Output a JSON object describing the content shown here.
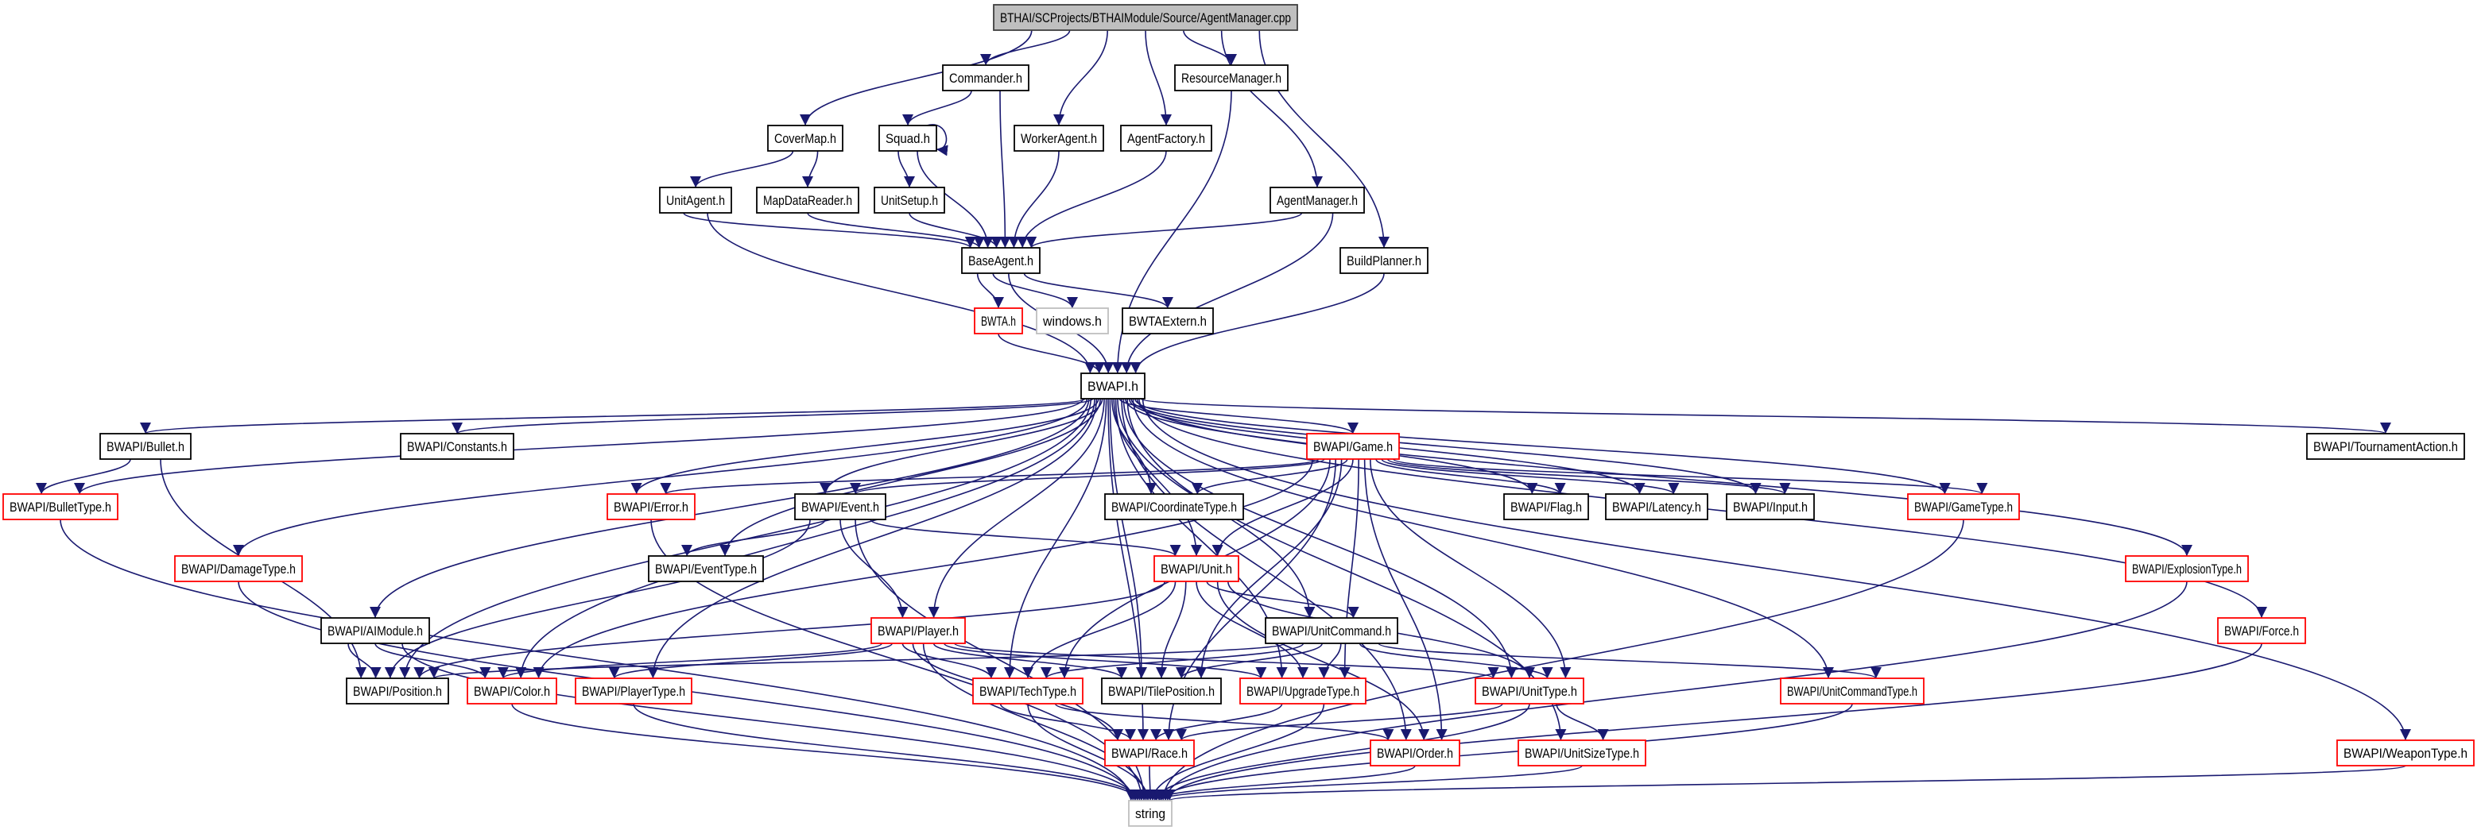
{
  "colors": {
    "edge": "#191970",
    "root_fill": "#bfbfbf",
    "root_border": "#404040",
    "normal_border": "#000000",
    "truncated_border": "#ff0000",
    "external_border": "#bfbfbf"
  },
  "nodes": [
    {
      "id": "root",
      "label": "BTHAI/SCProjects/BTHAIModule/Source/AgentManager.cpp",
      "kind": "root"
    },
    {
      "id": "commander",
      "label": "Commander.h",
      "kind": "normal"
    },
    {
      "id": "resourcemanager",
      "label": "ResourceManager.h",
      "kind": "normal"
    },
    {
      "id": "covermap",
      "label": "CoverMap.h",
      "kind": "normal"
    },
    {
      "id": "squad",
      "label": "Squad.h",
      "kind": "normal"
    },
    {
      "id": "workeragent",
      "label": "WorkerAgent.h",
      "kind": "normal"
    },
    {
      "id": "agentfactory",
      "label": "AgentFactory.h",
      "kind": "normal"
    },
    {
      "id": "unitagent",
      "label": "UnitAgent.h",
      "kind": "normal"
    },
    {
      "id": "mapdatareader",
      "label": "MapDataReader.h",
      "kind": "normal"
    },
    {
      "id": "unitsetup",
      "label": "UnitSetup.h",
      "kind": "normal"
    },
    {
      "id": "agentmanager_h",
      "label": "AgentManager.h",
      "kind": "normal"
    },
    {
      "id": "baseagent",
      "label": "BaseAgent.h",
      "kind": "normal"
    },
    {
      "id": "buildplanner",
      "label": "BuildPlanner.h",
      "kind": "normal"
    },
    {
      "id": "bwta",
      "label": "BWTA.h",
      "kind": "truncated"
    },
    {
      "id": "windows",
      "label": "windows.h",
      "kind": "external"
    },
    {
      "id": "bwtaextern",
      "label": "BWTAExtern.h",
      "kind": "normal"
    },
    {
      "id": "bwapi",
      "label": "BWAPI.h",
      "kind": "normal"
    },
    {
      "id": "bullet",
      "label": "BWAPI/Bullet.h",
      "kind": "normal"
    },
    {
      "id": "constants",
      "label": "BWAPI/Constants.h",
      "kind": "normal"
    },
    {
      "id": "game",
      "label": "BWAPI/Game.h",
      "kind": "truncated"
    },
    {
      "id": "tournamentaction",
      "label": "BWAPI/TournamentAction.h",
      "kind": "normal"
    },
    {
      "id": "bullettype",
      "label": "BWAPI/BulletType.h",
      "kind": "truncated"
    },
    {
      "id": "error",
      "label": "BWAPI/Error.h",
      "kind": "truncated"
    },
    {
      "id": "event",
      "label": "BWAPI/Event.h",
      "kind": "normal"
    },
    {
      "id": "coordinatetype",
      "label": "BWAPI/CoordinateType.h",
      "kind": "normal"
    },
    {
      "id": "flag",
      "label": "BWAPI/Flag.h",
      "kind": "normal"
    },
    {
      "id": "latency",
      "label": "BWAPI/Latency.h",
      "kind": "normal"
    },
    {
      "id": "input",
      "label": "BWAPI/Input.h",
      "kind": "normal"
    },
    {
      "id": "gametype",
      "label": "BWAPI/GameType.h",
      "kind": "truncated"
    },
    {
      "id": "damagetype",
      "label": "BWAPI/DamageType.h",
      "kind": "truncated"
    },
    {
      "id": "eventtype",
      "label": "BWAPI/EventType.h",
      "kind": "normal"
    },
    {
      "id": "unit",
      "label": "BWAPI/Unit.h",
      "kind": "truncated"
    },
    {
      "id": "explosiontype",
      "label": "BWAPI/ExplosionType.h",
      "kind": "truncated"
    },
    {
      "id": "aimodule",
      "label": "BWAPI/AIModule.h",
      "kind": "normal"
    },
    {
      "id": "player",
      "label": "BWAPI/Player.h",
      "kind": "truncated"
    },
    {
      "id": "unitcommand",
      "label": "BWAPI/UnitCommand.h",
      "kind": "normal"
    },
    {
      "id": "force",
      "label": "BWAPI/Force.h",
      "kind": "truncated"
    },
    {
      "id": "position",
      "label": "BWAPI/Position.h",
      "kind": "normal"
    },
    {
      "id": "color",
      "label": "BWAPI/Color.h",
      "kind": "truncated"
    },
    {
      "id": "playertype",
      "label": "BWAPI/PlayerType.h",
      "kind": "truncated"
    },
    {
      "id": "techtype",
      "label": "BWAPI/TechType.h",
      "kind": "truncated"
    },
    {
      "id": "tileposition",
      "label": "BWAPI/TilePosition.h",
      "kind": "normal"
    },
    {
      "id": "upgradetype",
      "label": "BWAPI/UpgradeType.h",
      "kind": "truncated"
    },
    {
      "id": "unittype",
      "label": "BWAPI/UnitType.h",
      "kind": "truncated"
    },
    {
      "id": "unitcommandtype",
      "label": "BWAPI/UnitCommandType.h",
      "kind": "truncated"
    },
    {
      "id": "race",
      "label": "BWAPI/Race.h",
      "kind": "truncated"
    },
    {
      "id": "order",
      "label": "BWAPI/Order.h",
      "kind": "truncated"
    },
    {
      "id": "unitsizetype",
      "label": "BWAPI/UnitSizeType.h",
      "kind": "truncated"
    },
    {
      "id": "weapontype",
      "label": "BWAPI/WeaponType.h",
      "kind": "truncated"
    },
    {
      "id": "string",
      "label": "string",
      "kind": "external"
    }
  ],
  "edges": [
    [
      "root",
      "covermap"
    ],
    [
      "root",
      "commander"
    ],
    [
      "root",
      "workeragent"
    ],
    [
      "root",
      "agentfactory"
    ],
    [
      "root",
      "resourcemanager"
    ],
    [
      "root",
      "agentmanager_h"
    ],
    [
      "root",
      "buildplanner"
    ],
    [
      "commander",
      "squad"
    ],
    [
      "commander",
      "baseagent"
    ],
    [
      "squad",
      "squad"
    ],
    [
      "squad",
      "unitsetup"
    ],
    [
      "squad",
      "baseagent"
    ],
    [
      "workeragent",
      "baseagent"
    ],
    [
      "agentfactory",
      "baseagent"
    ],
    [
      "covermap",
      "unitagent"
    ],
    [
      "covermap",
      "mapdatareader"
    ],
    [
      "unitagent",
      "baseagent"
    ],
    [
      "unitagent",
      "bwapi"
    ],
    [
      "mapdatareader",
      "baseagent"
    ],
    [
      "unitsetup",
      "baseagent"
    ],
    [
      "agentmanager_h",
      "baseagent"
    ],
    [
      "agentmanager_h",
      "bwapi"
    ],
    [
      "resourcemanager",
      "bwapi"
    ],
    [
      "buildplanner",
      "bwapi"
    ],
    [
      "baseagent",
      "bwta"
    ],
    [
      "baseagent",
      "windows"
    ],
    [
      "baseagent",
      "bwtaextern"
    ],
    [
      "baseagent",
      "bwapi"
    ],
    [
      "bwta",
      "bwapi"
    ],
    [
      "bwapi",
      "bullet"
    ],
    [
      "bwapi",
      "constants"
    ],
    [
      "bwapi",
      "game"
    ],
    [
      "bwapi",
      "tournamentaction"
    ],
    [
      "bwapi",
      "bullettype"
    ],
    [
      "bwapi",
      "error"
    ],
    [
      "bwapi",
      "event"
    ],
    [
      "bwapi",
      "coordinatetype"
    ],
    [
      "bwapi",
      "flag"
    ],
    [
      "bwapi",
      "latency"
    ],
    [
      "bwapi",
      "input"
    ],
    [
      "bwapi",
      "gametype"
    ],
    [
      "bwapi",
      "damagetype"
    ],
    [
      "bwapi",
      "eventtype"
    ],
    [
      "bwapi",
      "unit"
    ],
    [
      "bwapi",
      "explosiontype"
    ],
    [
      "bwapi",
      "aimodule"
    ],
    [
      "bwapi",
      "unitcommand"
    ],
    [
      "bwapi",
      "force"
    ],
    [
      "bwapi",
      "player"
    ],
    [
      "bwapi",
      "position"
    ],
    [
      "bwapi",
      "color"
    ],
    [
      "bwapi",
      "playertype"
    ],
    [
      "bwapi",
      "techtype"
    ],
    [
      "bwapi",
      "tileposition"
    ],
    [
      "bwapi",
      "upgradetype"
    ],
    [
      "bwapi",
      "unittype"
    ],
    [
      "bwapi",
      "unitcommandtype"
    ],
    [
      "bwapi",
      "race"
    ],
    [
      "bwapi",
      "order"
    ],
    [
      "bwapi",
      "unitsizetype"
    ],
    [
      "bwapi",
      "weapontype"
    ],
    [
      "bullet",
      "bullettype"
    ],
    [
      "bullet",
      "position"
    ],
    [
      "bullettype",
      "string"
    ],
    [
      "game",
      "error"
    ],
    [
      "game",
      "event"
    ],
    [
      "game",
      "coordinatetype"
    ],
    [
      "game",
      "flag"
    ],
    [
      "game",
      "latency"
    ],
    [
      "game",
      "input"
    ],
    [
      "game",
      "gametype"
    ],
    [
      "game",
      "color"
    ],
    [
      "game",
      "unit"
    ],
    [
      "game",
      "techtype"
    ],
    [
      "game",
      "tileposition"
    ],
    [
      "game",
      "upgradetype"
    ],
    [
      "game",
      "unittype"
    ],
    [
      "game",
      "race"
    ],
    [
      "game",
      "order"
    ],
    [
      "error",
      "string"
    ],
    [
      "event",
      "eventtype"
    ],
    [
      "event",
      "unit"
    ],
    [
      "event",
      "player"
    ],
    [
      "event",
      "position"
    ],
    [
      "event",
      "string"
    ],
    [
      "damagetype",
      "string"
    ],
    [
      "unit",
      "position"
    ],
    [
      "unit",
      "techtype"
    ],
    [
      "unit",
      "tileposition"
    ],
    [
      "unit",
      "upgradetype"
    ],
    [
      "unit",
      "unittype"
    ],
    [
      "unit",
      "order"
    ],
    [
      "unit",
      "unitcommand"
    ],
    [
      "aimodule",
      "position"
    ],
    [
      "aimodule",
      "color"
    ],
    [
      "aimodule",
      "string"
    ],
    [
      "unitcommand",
      "position"
    ],
    [
      "unitcommand",
      "techtype"
    ],
    [
      "unitcommand",
      "tileposition"
    ],
    [
      "unitcommand",
      "upgradetype"
    ],
    [
      "unitcommand",
      "unittype"
    ],
    [
      "unitcommand",
      "unitcommandtype"
    ],
    [
      "player",
      "color"
    ],
    [
      "player",
      "playertype"
    ],
    [
      "player",
      "techtype"
    ],
    [
      "player",
      "tileposition"
    ],
    [
      "player",
      "upgradetype"
    ],
    [
      "player",
      "unittype"
    ],
    [
      "player",
      "race"
    ],
    [
      "player",
      "string"
    ],
    [
      "color",
      "string"
    ],
    [
      "playertype",
      "string"
    ],
    [
      "techtype",
      "race"
    ],
    [
      "techtype",
      "order"
    ],
    [
      "techtype",
      "string"
    ],
    [
      "upgradetype",
      "race"
    ],
    [
      "upgradetype",
      "string"
    ],
    [
      "unittype",
      "race"
    ],
    [
      "unittype",
      "unitsizetype"
    ],
    [
      "unittype",
      "string"
    ],
    [
      "unitcommandtype",
      "string"
    ],
    [
      "gametype",
      "string"
    ],
    [
      "explosiontype",
      "string"
    ],
    [
      "force",
      "string"
    ],
    [
      "race",
      "string"
    ],
    [
      "order",
      "string"
    ],
    [
      "unitsizetype",
      "string"
    ],
    [
      "weapontype",
      "string"
    ]
  ]
}
